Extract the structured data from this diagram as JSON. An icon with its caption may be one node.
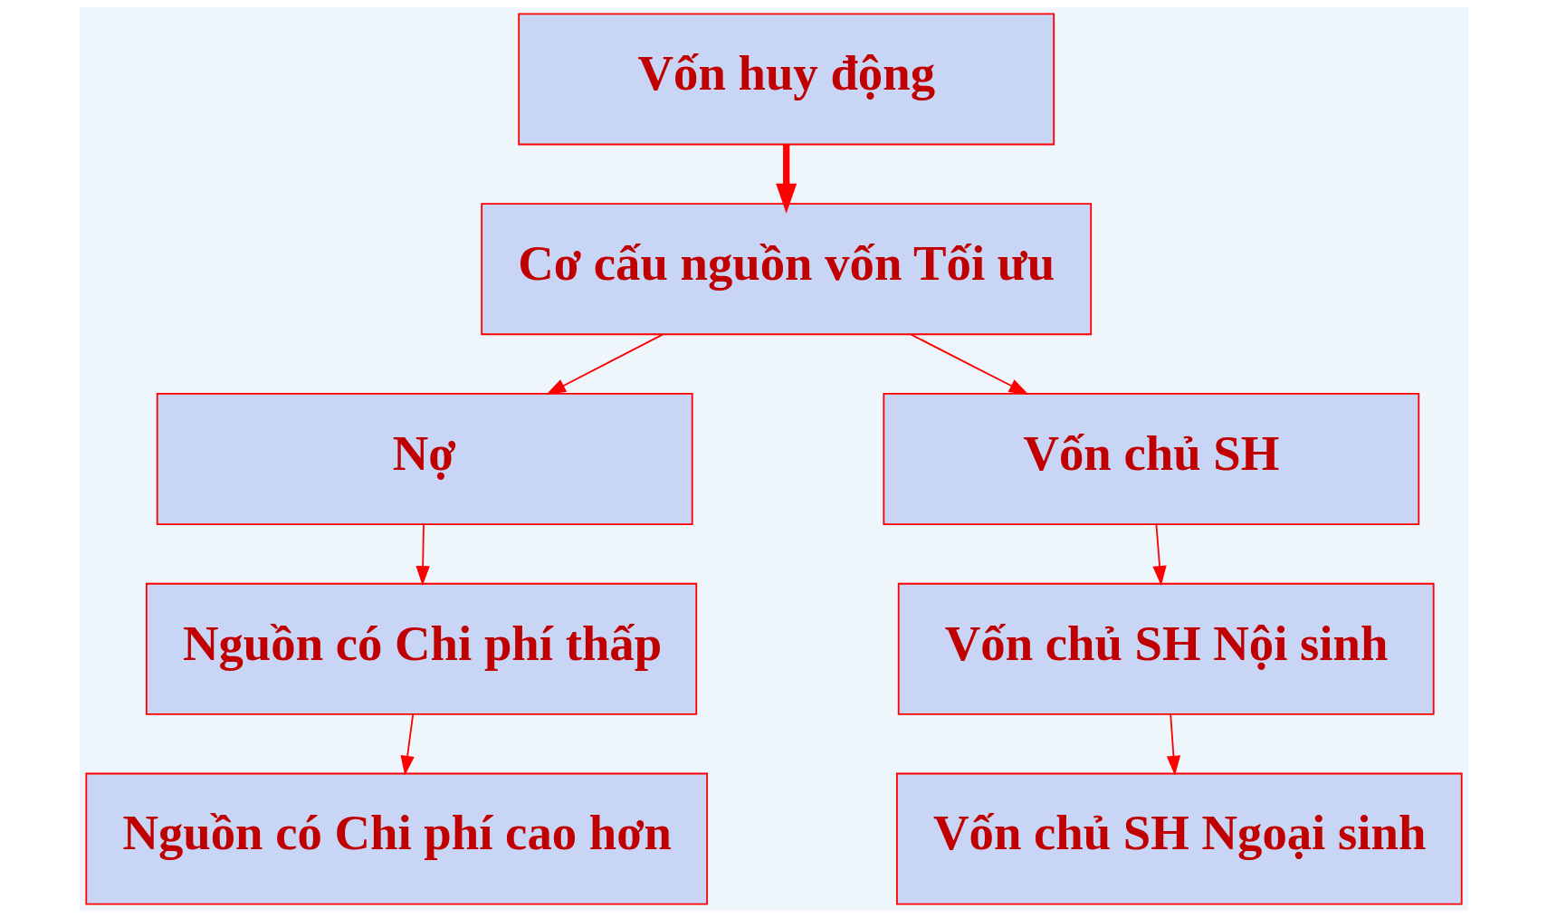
{
  "diagram": {
    "nodes": [
      {
        "text": [
          "Vốn huy động"
        ]
      },
      {
        "text": [
          "Cơ cấu nguồn vốn Tối ưu"
        ]
      },
      {
        "text": [
          "Nợ"
        ]
      },
      {
        "text": [
          "Vốn chủ SH"
        ]
      },
      {
        "text": [
          "Nguồn có Chi phí thấp"
        ]
      },
      {
        "text": [
          "Vốn chủ SH Nội sinh"
        ]
      },
      {
        "text": [
          "Nguồn có Chi phí cao hơn"
        ]
      },
      {
        "text": [
          "Vốn chủ SH Ngoại sinh"
        ]
      }
    ],
    "edges": [
      {
        "from": 0,
        "to": 1,
        "arrow": "to",
        "style": "thick"
      },
      {
        "from": 1,
        "to": 2,
        "arrow": "to"
      },
      {
        "from": 1,
        "to": 3,
        "arrow": "to"
      },
      {
        "from": 2,
        "to": 4,
        "arrow": "to"
      },
      {
        "from": 4,
        "to": 6,
        "arrow": "to"
      },
      {
        "from": 3,
        "to": 5,
        "arrow": "to"
      },
      {
        "from": 5,
        "to": 7,
        "arrow": "to"
      }
    ]
  }
}
